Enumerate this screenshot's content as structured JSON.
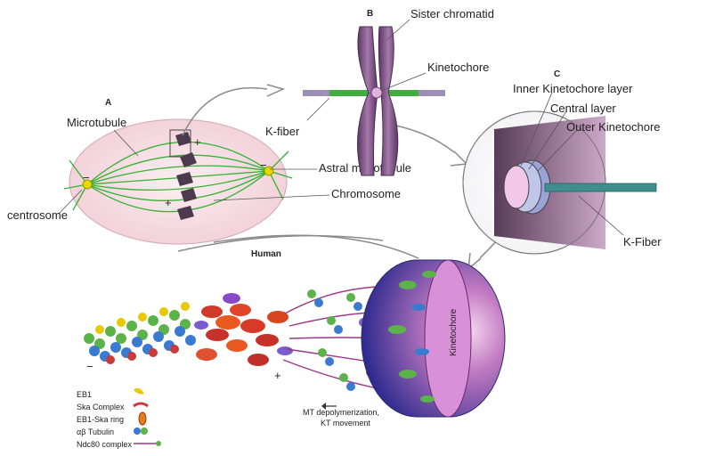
{
  "panels": {
    "a": "A",
    "b": "B",
    "c": "C",
    "human": "Human"
  },
  "labels": {
    "sister_chromatid": "Sister chromatid",
    "kinetochore": "Kinetochore",
    "k_fiber_b": "K-fiber",
    "microtubule": "Microtubule",
    "astral_microtubule": "Astral microtubule",
    "chromosome": "Chromosome",
    "centrosome": "centrosome",
    "inner_kinetochore": "Inner Kinetochore layer",
    "central_layer": "Central layer",
    "outer_kinetochore": "Outer Kinetochore",
    "k_fiber_c": "K-Fiber",
    "kinetochore_dome": "Kinetochore",
    "mt_depoly": "MT depolymerization,",
    "kt_movement": "KT movement",
    "plus": "+",
    "minus": "−"
  },
  "legend": [
    {
      "label": "EB1",
      "color": "#e8c800"
    },
    {
      "label": "Ska Complex",
      "color": "#c83b3b"
    },
    {
      "label": "EB1-Ska ring",
      "color": "#e08020"
    },
    {
      "label": "αβ Tubulin",
      "color": "#3a7ad0"
    },
    {
      "label": "Ndc80 complex",
      "color": "#9a3a8a"
    }
  ],
  "colors": {
    "spindle": "#33b233",
    "chromosome": "#7d4f86",
    "kinetochore_dome": "#6a63c0",
    "cell_fill": "#f7dfe4"
  }
}
